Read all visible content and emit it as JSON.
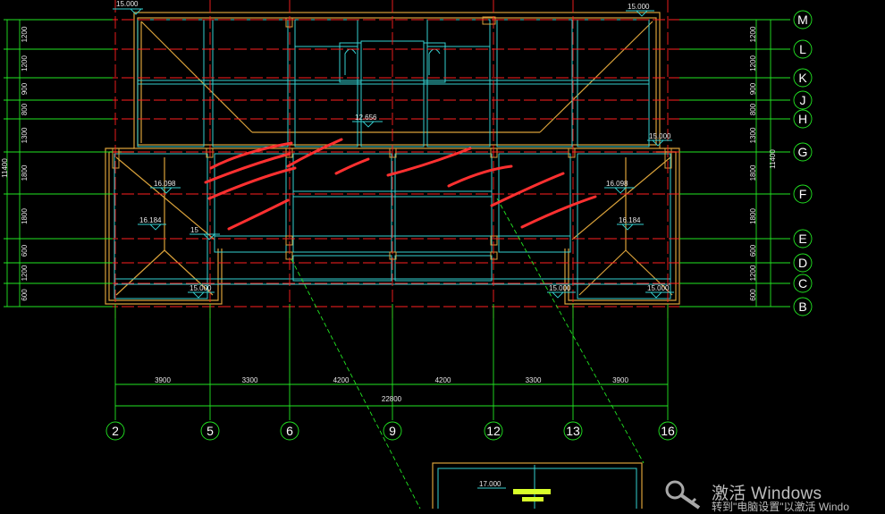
{
  "drawing": {
    "left_dimensions": [
      "1200",
      "1200",
      "900",
      "800",
      "1300",
      "1800",
      "1800",
      "600",
      "1200",
      "600"
    ],
    "left_total": "11400",
    "right_dimensions": [
      "1200",
      "1200",
      "900",
      "800",
      "1300",
      "1800",
      "1800",
      "600",
      "1200",
      "600"
    ],
    "right_total": "11400",
    "row_axes": [
      "M",
      "L",
      "K",
      "J",
      "H",
      "G",
      "F",
      "E",
      "D",
      "C",
      "B"
    ],
    "column_axes": [
      "2",
      "5",
      "6",
      "9",
      "12",
      "13",
      "16"
    ],
    "bottom_dimensions": [
      "3900",
      "3300",
      "4200",
      "4200",
      "3300",
      "3900"
    ],
    "bottom_total": "22800",
    "elevations": {
      "top_left": "15.000",
      "top_right": "15.000",
      "center": "12.656",
      "right_upper": "15.000",
      "left_f": "16.098",
      "left_e": "16.184",
      "left_small": "15",
      "right_f": "16.098",
      "right_e": "16.184",
      "bottom_left": "15.000",
      "bottom_right_1": "15.000",
      "bottom_right_2": "15.000",
      "detail": "17.000"
    },
    "colors": {
      "grid_red": "#ff2020",
      "dim_green": "#22e622",
      "wall_orange": "#d9a13a",
      "beam_cyan": "#35d0d0",
      "sketch_red": "#ff3030"
    }
  },
  "watermark": {
    "line1": "激活 Windows",
    "line2": "转到\"电脑设置\"以激活 Windo"
  }
}
